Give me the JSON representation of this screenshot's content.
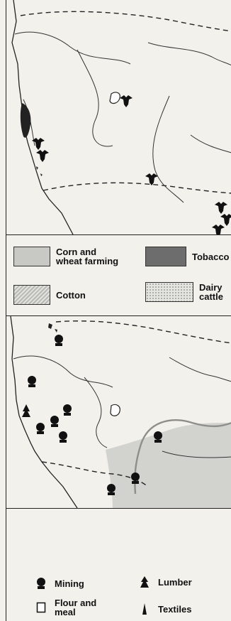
{
  "legend_top": {
    "corn": "Corn and\nwheat farming",
    "tobacco": "Tobacco",
    "cotton": "Cotton",
    "dairy": "Dairy\ncattle"
  },
  "legend_bottom": {
    "mining": "Mining",
    "lumber": "Lumber",
    "flour": "Flour and\nmeal",
    "textiles": "Textiles"
  },
  "colors": {
    "land": "#f2f1ec",
    "ink": "#111111",
    "gray_region": "#9a9a96"
  },
  "icons": {
    "cattle": "cattle-head-icon",
    "mining": "mining-icon",
    "flour": "flour-square-icon",
    "lumber": "tree-icon",
    "textiles": "spindle-icon"
  }
}
